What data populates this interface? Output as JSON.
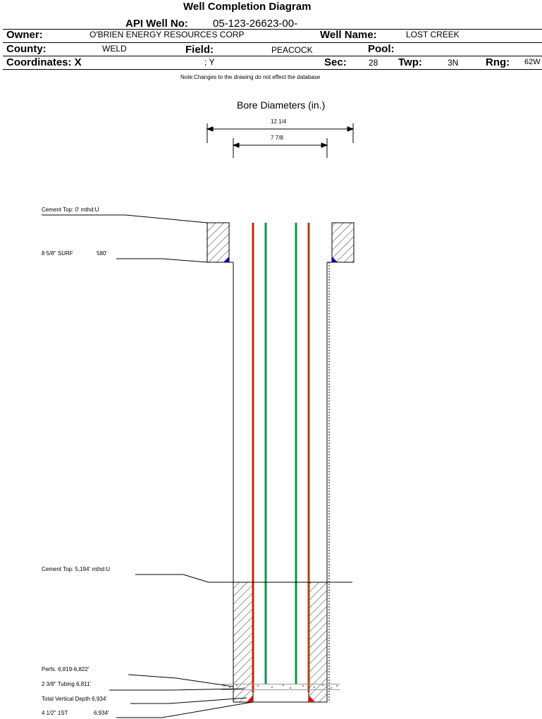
{
  "header": {
    "title": "Well Completion Diagram",
    "api_label": "API Well No:",
    "api_value": "05-123-26623-00-",
    "owner_label": "Owner:",
    "owner_value": "O'BRIEN ENERGY RESOURCES CORP",
    "well_name_label": "Well Name:",
    "well_name_value": "LOST CREEK",
    "county_label": "County:",
    "county_value": "WELD",
    "field_label": "Field:",
    "field_value": "PEACOCK",
    "pool_label": "Pool:",
    "pool_value": "",
    "coordinates_label": "Coordinates: X",
    "coordinates_value": "; Y",
    "sec_label": "Sec:",
    "sec_value": "28",
    "twp_label": "Twp:",
    "twp_value": "3N",
    "rng_label": "Rng:",
    "rng_value": "62W",
    "note": "Note:Changes to the drawing do not effect the database"
  },
  "diagram": {
    "bore_title": "Bore Diameters (in.)",
    "bore_outer": "12 1/4",
    "bore_inner": "7 7/8",
    "annotations": {
      "cement_top_surface": "Cement Top: 0' mthd:U",
      "surface_casing": "8 5/8\" SURF",
      "surface_casing_depth": "580'",
      "cement_top_production": "Cement Top: 5,194' mthd:U",
      "perfs": "Perfs. 6,819-6,822'",
      "tubing": "2 3/8\" Tubing 6,811'",
      "tvd": "Total Vertical Depth 6,934'",
      "production_casing": "4 1/2\" 1ST",
      "production_casing_depth": "6,934'"
    },
    "colors": {
      "production_casing_line": "#cc2200",
      "tubing_line": "#009944",
      "casing_right_line": "#aa4400",
      "cement_fill": "#0000cc",
      "shoe_fill": "#dd1100"
    }
  }
}
